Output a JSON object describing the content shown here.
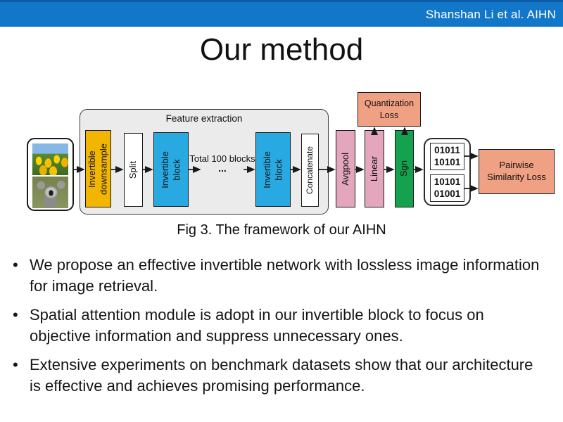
{
  "header": {
    "credit": "Shanshan Li et al. AIHN"
  },
  "title": "Our method",
  "diagram": {
    "feature_extraction_label": "Feature extraction",
    "total_blocks_label": "Total 100 blocks",
    "ellipsis": "...",
    "blocks": {
      "invertible_downsample": "Invertible\ndownsample",
      "split": "Split",
      "invertible_block_1": "Invertible\nblock",
      "invertible_block_2": "Invertible\nblock",
      "concatenate": "Concatenate",
      "avgpool": "Avgpool",
      "linear": "Linear",
      "sgn": "Sgn"
    },
    "losses": {
      "quantization": "Quantization\nLoss",
      "pairwise": "Pairwise\nSimilarity Loss"
    },
    "hash_codes": {
      "code1": "01011\n10101",
      "code2": "10101\n01001"
    },
    "caption": "Fig 3. The framework of our AIHN"
  },
  "bullets": [
    "We propose an effective invertible network with lossless image information for image retrieval.",
    "Spatial attention module is adopt in our invertible block to focus on objective information and suppress unnecessary ones.",
    "Extensive experiments on benchmark datasets show that our architecture is effective and achieves promising performance."
  ],
  "colors": {
    "header-blue": "#1277C8",
    "header-top": "#0D5CA8",
    "gold": "#F2B600",
    "blue": "#29A9E1",
    "pink": "#E3A6BC",
    "green": "#14A24E",
    "salmon": "#F1A183",
    "panel-gray": "#EBEBEB"
  }
}
